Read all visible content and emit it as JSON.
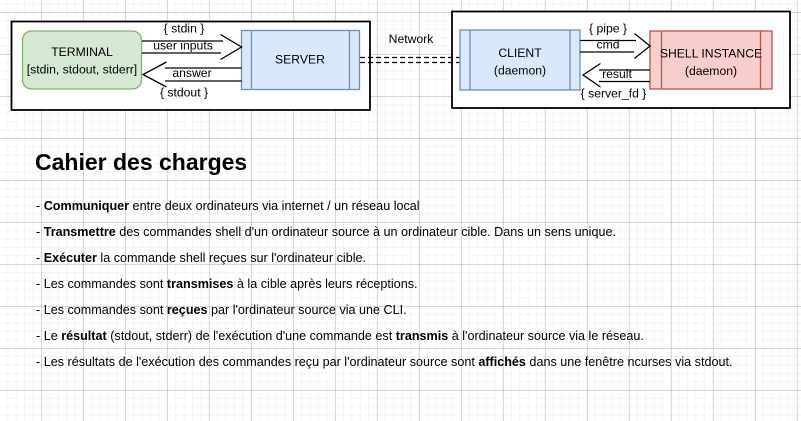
{
  "diagram": {
    "colors": {
      "terminal_fill": "#d5e8d4",
      "terminal_stroke": "#82b366",
      "process_fill": "#dae8fc",
      "process_stroke": "#6c8ebf",
      "shell_fill": "#f8cecc",
      "shell_stroke": "#b85450"
    },
    "terminal": {
      "name": "TERMINAL",
      "streams": "[stdin, stdout, stderr]"
    },
    "server": {
      "name": "SERVER"
    },
    "client": {
      "name": "CLIENT",
      "type": "(daemon)"
    },
    "shell": {
      "name": "SHELL INSTANCE",
      "type": "(daemon)"
    },
    "labels": {
      "stdin": "{ stdin }",
      "user_inputs": "user inputs",
      "answer": "answer",
      "stdout": "{ stdout }",
      "network": "Network",
      "pipe": "{ pipe }",
      "cmd": "cmd",
      "result": "result",
      "server_fd": "{ server_fd }"
    }
  },
  "specs": {
    "title": "Cahier des charges",
    "bullets": [
      {
        "segments": [
          "- ",
          "Communiquer",
          " entre deux ordinateurs via internet / un réseau local"
        ]
      },
      {
        "segments": [
          "- ",
          "Transmettre",
          " des commandes shell d'un ordinateur source à un ordinateur cible. Dans un sens unique."
        ]
      },
      {
        "segments": [
          "- ",
          "Exécuter",
          " la commande shell reçues sur l'ordinateur cible."
        ]
      },
      {
        "segments": [
          "- Les commandes sont ",
          "transmises",
          " à la cible après leurs réceptions."
        ]
      },
      {
        "segments": [
          "- Les commandes sont ",
          "reçues",
          " par l'ordinateur source via une CLI."
        ]
      },
      {
        "segments": [
          "- Le ",
          "résultat",
          " (stdout, stderr) de l'exécution d'une commande est ",
          "transmis",
          " à l'ordinateur source via le réseau."
        ]
      },
      {
        "segments": [
          "- Les résultats de l'exécution des commandes reçu par l'ordinateur source sont ",
          "affichés",
          " dans une fenêtre ncurses via stdout."
        ]
      }
    ]
  }
}
